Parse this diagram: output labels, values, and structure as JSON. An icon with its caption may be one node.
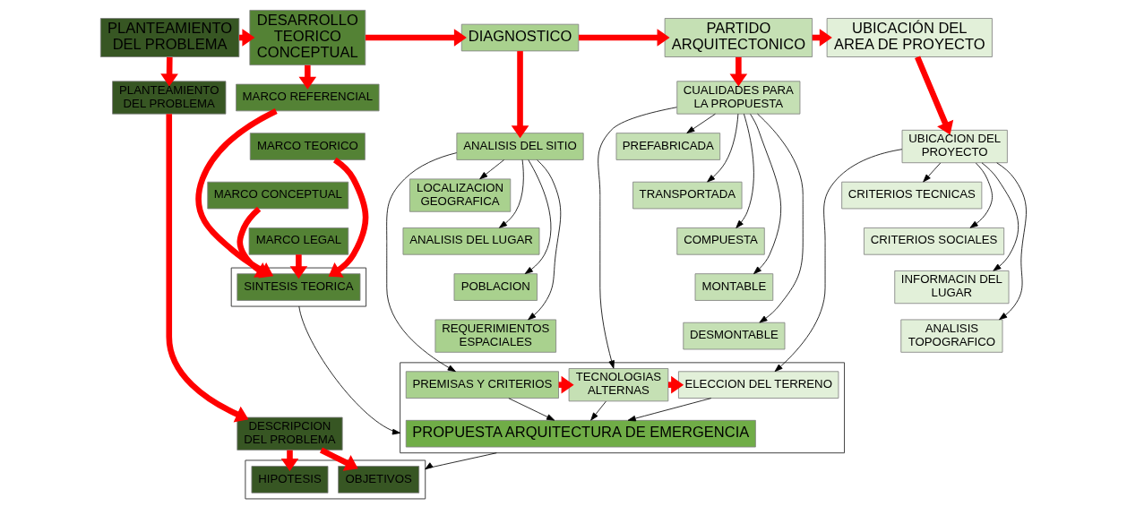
{
  "diagram": {
    "nodes": [
      {
        "text": [
          "PLANTEAMIENTO DEL PROBLEMA"
        ]
      },
      {
        "text": [
          "DESARROLLO TEORICO CONCEPTUAL"
        ]
      },
      {
        "text": [
          "DIAGNOSTICO"
        ]
      },
      {
        "text": [
          "PARTIDO ARQUITECTONICO"
        ]
      },
      {
        "text": [
          "UBICACIÓN DEL AREA DE PROYECTO"
        ]
      },
      {
        "text": [
          "PLANTEAMIENTO DEL PROBLEMA"
        ]
      },
      {
        "text": [
          "DESCRIPCION DEL PROBLEMA"
        ]
      },
      {
        "text": [],
        "shape": "box"
      },
      {
        "text": [
          "OBJETIVOS"
        ],
        "in": 7
      },
      {
        "text": [
          "HIPOTESIS"
        ],
        "in": 7
      },
      {
        "text": [
          "MARCO REFERENCIAL"
        ]
      },
      {
        "text": [
          "MARCO TEORICO"
        ]
      },
      {
        "text": [
          "MARCO CONCEPTUAL"
        ]
      },
      {
        "text": [
          "MARCO LEGAL"
        ]
      },
      {
        "text": [],
        "shape": "box"
      },
      {
        "text": [
          "SINTESIS TEORICA"
        ],
        "in": 14
      },
      {
        "text": [
          "ANALISIS DEL SITIO"
        ]
      },
      {
        "text": [
          "LOCALIZACION GEOGRAFICA"
        ]
      },
      {
        "text": [
          "ANALISIS DEL LUGAR"
        ]
      },
      {
        "text": [
          "POBLACION"
        ]
      },
      {
        "text": [
          "REQUERIMIENTOS ESPACIALES"
        ]
      },
      {
        "text": [
          "CUALIDADES PARA LA PROPUESTA"
        ]
      },
      {
        "text": [
          "PREFABRICADA"
        ]
      },
      {
        "text": [
          "TRANSPORTADA"
        ]
      },
      {
        "text": [
          "COMPUESTA"
        ]
      },
      {
        "text": [
          "MONTABLE"
        ]
      },
      {
        "text": [
          "DESMONTABLE"
        ]
      },
      {
        "text": [
          "UBICACION DEL PROYECTO"
        ]
      },
      {
        "text": [
          "CRITERIOS TECNICAS"
        ]
      },
      {
        "text": [
          "CRITERIOS SOCIALES"
        ]
      },
      {
        "text": [
          "INFORMACIN DEL LUGAR"
        ]
      },
      {
        "text": [
          "ANALISIS TOPOGRAFICO"
        ]
      },
      {
        "text": [],
        "shape": "box"
      },
      {
        "text": [
          "PREMISAS Y CRITERIOS"
        ],
        "in": 32
      },
      {
        "text": [
          "TECNOLOGIAS ALTERNAS"
        ],
        "in": 32
      },
      {
        "text": [
          "ELECCION DEL TERRENO"
        ],
        "in": 32
      },
      {
        "text": [
          "PROPUESTA ARQUITECTURA DE EMERGENCIA"
        ],
        "in": 32
      }
    ],
    "edges": [
      {
        "from": 0,
        "to": 1,
        "arrow": "to",
        "style": "thick",
        "color": "#ff0000"
      },
      {
        "from": 1,
        "to": 2,
        "arrow": "to",
        "style": "thick",
        "color": "#ff0000"
      },
      {
        "from": 2,
        "to": 3,
        "arrow": "to",
        "style": "thick",
        "color": "#ff0000"
      },
      {
        "from": 3,
        "to": 4,
        "arrow": "to",
        "style": "thick",
        "color": "#ff0000"
      },
      {
        "from": 0,
        "to": 5,
        "arrow": "to",
        "style": "thick",
        "color": "#ff0000"
      },
      {
        "from": 1,
        "to": 10,
        "arrow": "to",
        "style": "thick",
        "color": "#ff0000"
      },
      {
        "from": 2,
        "to": 16,
        "arrow": "to",
        "style": "thick",
        "color": "#ff0000"
      },
      {
        "from": 3,
        "to": 21,
        "arrow": "to",
        "style": "thick",
        "color": "#ff0000"
      },
      {
        "from": 4,
        "to": 27,
        "arrow": "to",
        "style": "thick",
        "color": "#ff0000"
      },
      {
        "from": 5,
        "to": 6,
        "arrow": "to",
        "style": "thick",
        "color": "#ff0000"
      },
      {
        "from": 6,
        "to": 8,
        "arrow": "to",
        "style": "thick",
        "color": "#ff0000"
      },
      {
        "from": 6,
        "to": 9,
        "arrow": "to",
        "style": "thick",
        "color": "#ff0000"
      },
      {
        "from": 10,
        "to": 15,
        "arrow": "to",
        "style": "thick",
        "color": "#ff0000"
      },
      {
        "from": 11,
        "to": 15,
        "arrow": "to",
        "style": "thick",
        "color": "#ff0000"
      },
      {
        "from": 12,
        "to": 15,
        "arrow": "to",
        "style": "thick",
        "color": "#ff0000"
      },
      {
        "from": 13,
        "to": 15,
        "arrow": "to",
        "style": "thick",
        "color": "#ff0000"
      },
      {
        "from": 16,
        "to": 17,
        "arrow": "to"
      },
      {
        "from": 16,
        "to": 18,
        "arrow": "to"
      },
      {
        "from": 16,
        "to": 19,
        "arrow": "to"
      },
      {
        "from": 16,
        "to": 20,
        "arrow": "to"
      },
      {
        "from": 21,
        "to": 22,
        "arrow": "to"
      },
      {
        "from": 21,
        "to": 23,
        "arrow": "to"
      },
      {
        "from": 21,
        "to": 24,
        "arrow": "to"
      },
      {
        "from": 21,
        "to": 25,
        "arrow": "to"
      },
      {
        "from": 21,
        "to": 26,
        "arrow": "to"
      },
      {
        "from": 27,
        "to": 28,
        "arrow": "to"
      },
      {
        "from": 27,
        "to": 29,
        "arrow": "to"
      },
      {
        "from": 27,
        "to": 30,
        "arrow": "to"
      },
      {
        "from": 27,
        "to": 31,
        "arrow": "to"
      },
      {
        "from": 16,
        "to": 33,
        "arrow": "to"
      },
      {
        "from": 21,
        "to": 34,
        "arrow": "to"
      },
      {
        "from": 27,
        "to": 35,
        "arrow": "to"
      },
      {
        "from": 14,
        "to": 32,
        "arrow": "to"
      },
      {
        "from": 33,
        "to": 34,
        "arrow": "to",
        "style": "thick",
        "color": "#ff0000"
      },
      {
        "from": 34,
        "to": 35,
        "arrow": "to",
        "style": "thick",
        "color": "#ff0000"
      },
      {
        "from": 33,
        "to": 36,
        "arrow": "to"
      },
      {
        "from": 34,
        "to": 36,
        "arrow": "to"
      },
      {
        "from": 35,
        "to": 36,
        "arrow": "to"
      },
      {
        "from": 32,
        "to": 7,
        "arrow": "to"
      }
    ]
  }
}
